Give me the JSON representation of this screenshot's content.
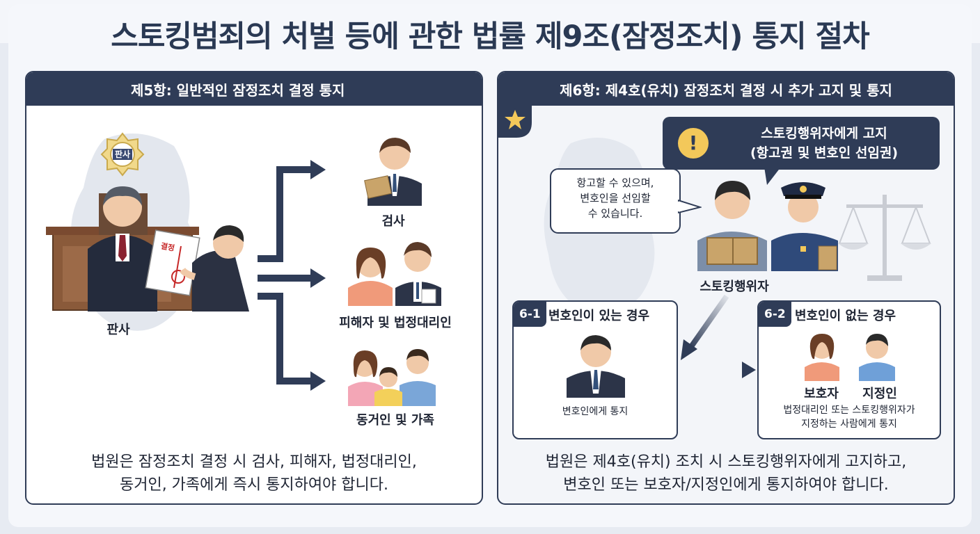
{
  "title": "스토킹범죄의 처벌 등에 관한 법률 제9조(잠정조치) 통지 절차",
  "left_panel": {
    "header": "제5항: 일반적인 잠정조치 결정 통지",
    "seal_text": "판사",
    "document_stamp": "결정",
    "judge_label": "판사",
    "recipients": [
      "검사",
      "피해자 및 법정대리인",
      "동거인 및 가족"
    ],
    "footer_line1": "법원은 잠정조치 결정 시 검사, 피해자, 법정대리인,",
    "footer_line2": "동거인, 가족에게 즉시 통지하여야 합니다."
  },
  "right_panel": {
    "header": "제6항: 제4호(유치) 잠정조치 결정 시 추가 고지 및 통지",
    "alert_line1": "스토킹행위자에게 고지",
    "alert_line2": "(항고권 및 변호인 선임권)",
    "speech_line1": "항고할 수 있으며,",
    "speech_line2": "변호인을 선임할",
    "speech_line3": "수 있습니다.",
    "offender_label": "스토킹행위자",
    "case1": {
      "tag": "6-1",
      "title": "변호인이 있는 경우",
      "caption": "변호인에게 통지"
    },
    "case2": {
      "tag": "6-2",
      "title": "변호인이 없는 경우",
      "guardian": "보호자",
      "designee": "지정인",
      "caption_line1": "법정대리인 또는 스토킹행위자가",
      "caption_line2": "지정하는 사람에게 통지"
    },
    "footer_line1": "법원은 제4호(유치) 조치 시 스토킹행위자에게 고지하고,",
    "footer_line2": "변호인 또는 보호자/지정인에게 통지하여야 합니다."
  },
  "colors": {
    "navy": "#2f3c57",
    "star": "#f3c85a",
    "alert_icon": "#f3c85a"
  }
}
